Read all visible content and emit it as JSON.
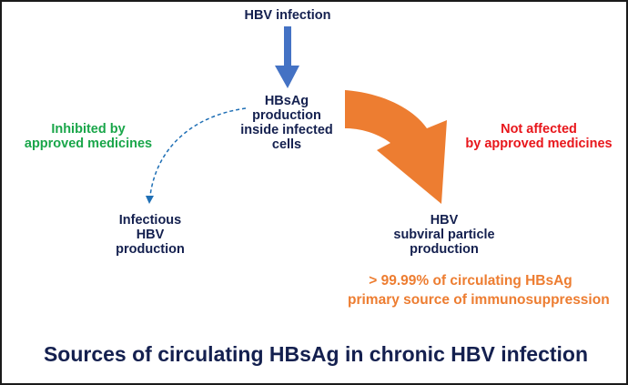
{
  "nodes": {
    "infection": "HBV infection",
    "hbsag": "HBsAg\nproduction\ninside infected\ncells",
    "infectious": "Infectious\nHBV\nproduction",
    "subviral": "HBV\nsubviral particle\nproduction"
  },
  "annotations": {
    "inhibited": "Inhibited by\napproved medicines",
    "not_affected": "Not affected\nby approved medicines",
    "circulating": "> 99.99% of circulating HBsAg\nprimary source of immunosuppression"
  },
  "title": "Sources of circulating HBsAg in chronic HBV infection",
  "colors": {
    "navy": "#14204f",
    "blue": "#4472c4",
    "orange": "#ed7d31",
    "green": "#1aa64a",
    "red": "#e8161b"
  }
}
